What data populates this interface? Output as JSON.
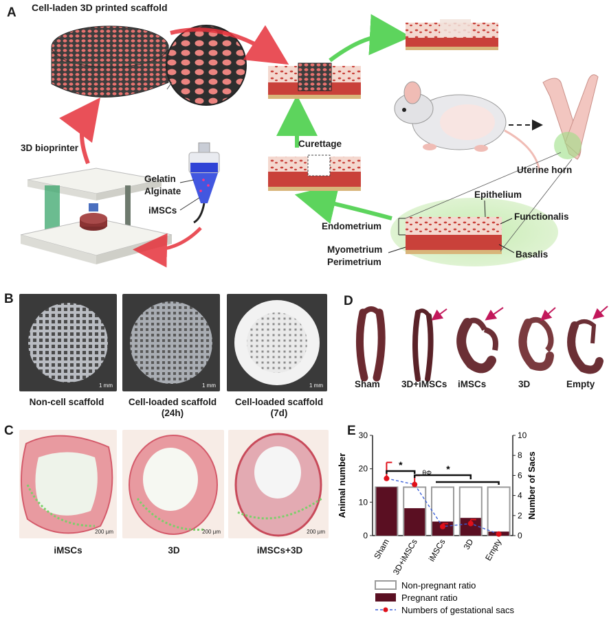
{
  "panel_letters": {
    "a": "A",
    "b": "B",
    "c": "C",
    "d": "D",
    "e": "E"
  },
  "panelA": {
    "scaffold_title": "Cell-laden 3D printed scaffold",
    "bioprinter": "3D bioprinter",
    "gelatin": "Gelatin",
    "alginate": "Alginate",
    "imscs": "iMSCs",
    "curettage": "Curettage",
    "uterine_horn": "Uterine horn",
    "epithelium": "Epithelium",
    "functionalis": "Functionalis",
    "endometrium": "Endometrium",
    "myometrium": "Myometrium",
    "perimetrium": "Perimetrium",
    "basalis": "Basalis"
  },
  "panelB": {
    "items": [
      {
        "caption": "Non-cell scaffold",
        "scale": "1 mm"
      },
      {
        "caption": "Cell-loaded scaffold\n(24h)",
        "scale": "1 mm"
      },
      {
        "caption": "Cell-loaded scaffold\n(7d)",
        "scale": "1 mm"
      }
    ]
  },
  "panelC": {
    "items": [
      {
        "caption": "iMSCs",
        "scale": "200 µm"
      },
      {
        "caption": "3D",
        "scale": "200 µm"
      },
      {
        "caption": "iMSCs+3D",
        "scale": "200 µm"
      }
    ]
  },
  "panelD": {
    "labels": [
      "Sham",
      "3D+iMSCs",
      "iMSCs",
      "3D",
      "Empty"
    ]
  },
  "colors": {
    "pregnant": "#5a0f22",
    "nonpregnant_border": "#9a9a9a",
    "sacs_line": "#3a5fd9",
    "sacs_point": "#e0101a",
    "arrow_red": "#e6323c",
    "arrow_green": "#4cd04c",
    "tissue": "#c9413a",
    "skin": "#f0bcb5"
  },
  "chart_data": {
    "type": "bar",
    "categories": [
      "Sham",
      "3D+iMSCs",
      "iMSCs",
      "3D",
      "Empty"
    ],
    "ylabel": "Animal number",
    "y2label": "Number of Sacs",
    "ylim": [
      0,
      30
    ],
    "y2lim": [
      0,
      10
    ],
    "yticks": [
      0,
      10,
      20,
      30
    ],
    "y2ticks": [
      0,
      2,
      4,
      6,
      8,
      10
    ],
    "series": [
      {
        "name": "Non-pregnant ratio",
        "values": [
          14.5,
          14.5,
          14.5,
          14.5,
          14.5
        ]
      },
      {
        "name": "Pregnant ratio",
        "values": [
          14.5,
          8.2,
          4.2,
          5.3,
          1.2
        ]
      },
      {
        "name": "Numbers of gestational sacs",
        "axis": "right",
        "values": [
          5.7,
          5.1,
          0.9,
          1.2,
          0.15
        ],
        "error": [
          1.6,
          0.9,
          0.3,
          0.4,
          0.05
        ]
      }
    ],
    "annotations": [
      "*",
      "*",
      "θΦ"
    ],
    "legend_position": "bottom"
  }
}
